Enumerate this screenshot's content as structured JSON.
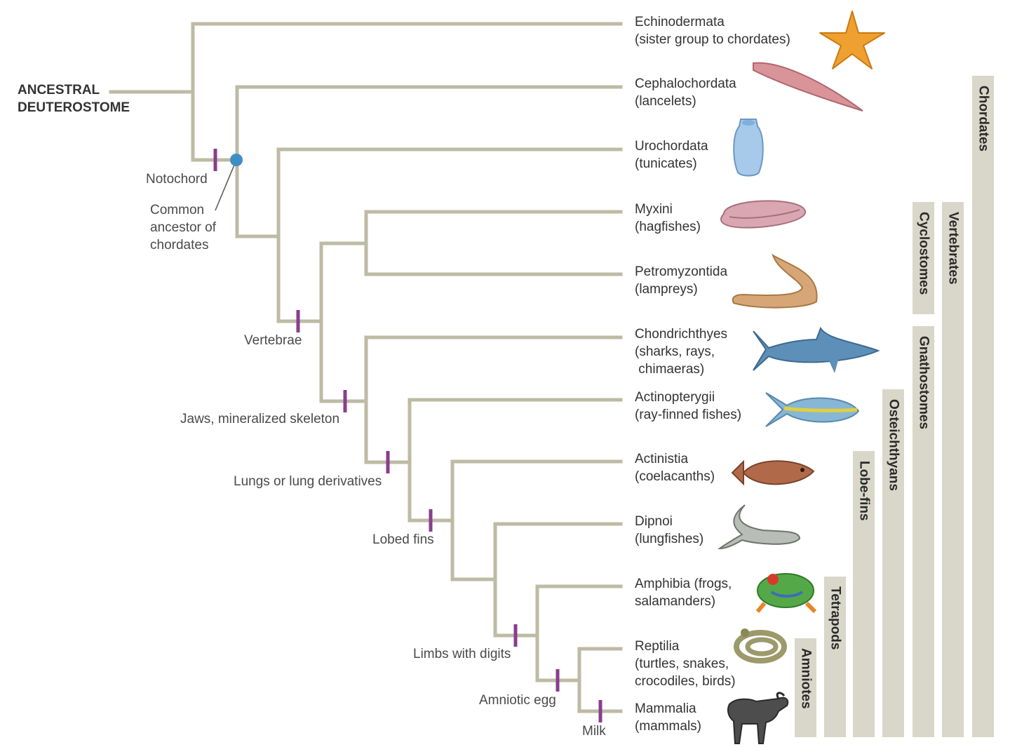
{
  "root": {
    "line1": "ANCESTRAL",
    "line2": "DEUTEROSTOME"
  },
  "common_ancestor": {
    "line1": "Common",
    "line2": "ancestor of",
    "line3": "chordates"
  },
  "taxa": [
    {
      "line1": "Echinodermata",
      "line2": "(sister group to chordates)",
      "icon": "starfish-icon"
    },
    {
      "line1": "Cephalochordata",
      "line2": "(lancelets)",
      "icon": "lancelet-icon"
    },
    {
      "line1": "Urochordata",
      "line2": "(tunicates)",
      "icon": "tunicate-icon"
    },
    {
      "line1": "Myxini",
      "line2": "(hagfishes)",
      "icon": "hagfish-icon"
    },
    {
      "line1": "Petromyzontida",
      "line2": "(lampreys)",
      "icon": "lamprey-icon"
    },
    {
      "line1": "Chondrichthyes",
      "line2": "(sharks, rays,",
      "line3": " chimaeras)",
      "icon": "shark-icon"
    },
    {
      "line1": "Actinopterygii",
      "line2": "(ray-finned fishes)",
      "icon": "ray-finned-fish-icon"
    },
    {
      "line1": "Actinistia",
      "line2": "(coelacanths)",
      "icon": "coelacanth-icon"
    },
    {
      "line1": "Dipnoi",
      "line2": "(lungfishes)",
      "icon": "lungfish-icon"
    },
    {
      "line1": "Amphibia (frogs,",
      "line2": "salamanders)",
      "icon": "frog-icon"
    },
    {
      "line1": "Reptilia",
      "line2": "(turtles, snakes,",
      "line3": "crocodiles, birds)",
      "icon": "snake-icon"
    },
    {
      "line1": "Mammalia",
      "line2": "(mammals)",
      "icon": "wildebeest-icon"
    }
  ],
  "traits": [
    "Notochord",
    "Vertebrae",
    "Jaws, mineralized skeleton",
    "Lungs or lung derivatives",
    "Lobed fins",
    "Limbs with digits",
    "Amniotic egg",
    "Milk"
  ],
  "groups": [
    "Chordates",
    "Vertebrates",
    "Cyclostomes",
    "Gnathostomes",
    "Osteichthyans",
    "Lobe-fins",
    "Tetrapods",
    "Amniotes"
  ],
  "colors": {
    "branch": "#bdbba4",
    "trait_mark": "#8a3d8c",
    "ancestor_node": "#3e8ec4",
    "group_bar": "#d9d7c9"
  }
}
